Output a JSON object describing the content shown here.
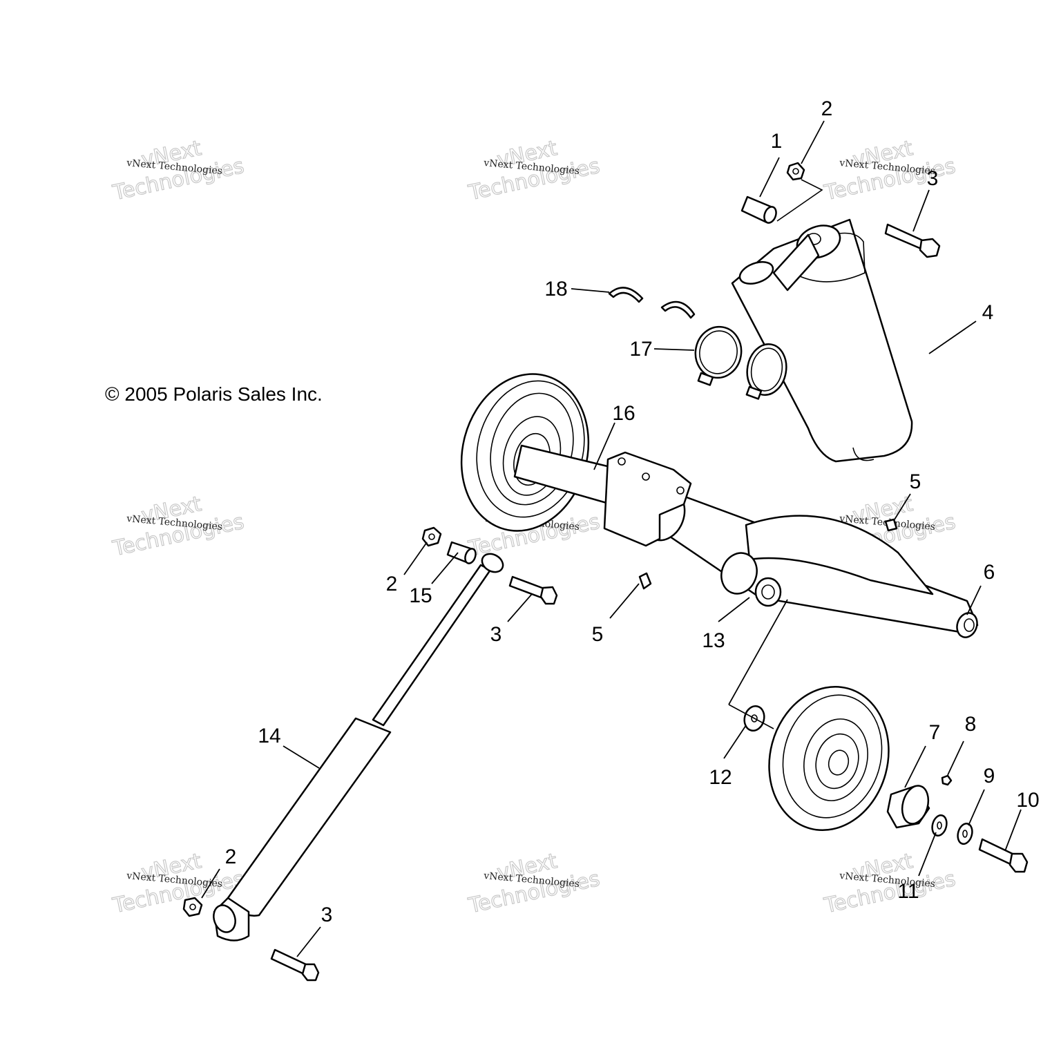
{
  "copyright": "© 2005 Polaris Sales Inc.",
  "watermark": {
    "line1": "vNext Technologies",
    "line2": "vNext",
    "line3": "Technologies"
  },
  "callouts": [
    "1",
    "2",
    "3",
    "4",
    "2",
    "3",
    "2",
    "3",
    "5",
    "5",
    "6",
    "7",
    "8",
    "9",
    "10",
    "11",
    "12",
    "13",
    "14",
    "15",
    "16",
    "17",
    "18"
  ]
}
